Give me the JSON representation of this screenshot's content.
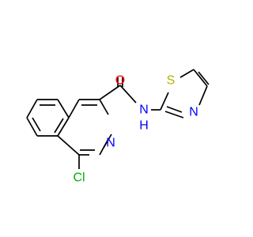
{
  "molecule": {
    "atoms": {
      "oxygen": {
        "label": "O",
        "color": "#ff0000"
      },
      "amide_nitrogen": {
        "label": "N",
        "color": "#0000ff"
      },
      "amide_hydrogen": {
        "label": "H",
        "color": "#0000ff"
      },
      "ring_nitrogen": {
        "label": "N",
        "color": "#0000ff"
      },
      "thiazole_sulfur": {
        "label": "S",
        "color": "#b2b200"
      },
      "thiazole_nitrogen": {
        "label": "N",
        "color": "#0000ff"
      },
      "chlorine": {
        "label": "Cl",
        "color": "#00b000"
      }
    },
    "bond_color": "#000000"
  }
}
